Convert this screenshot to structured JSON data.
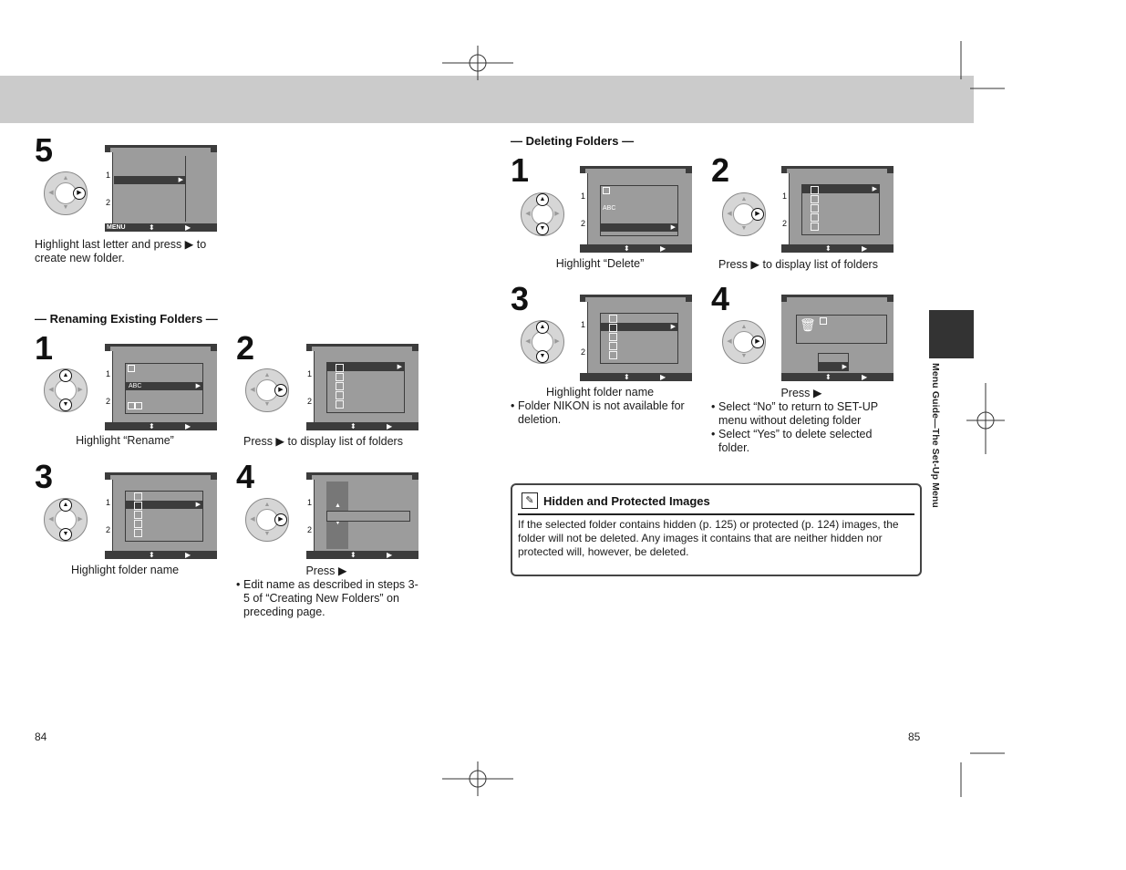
{
  "left_page": {
    "step5": {
      "number": "5",
      "caption": "Highlight last letter and press ▶ to create new folder."
    },
    "renaming": {
      "heading": "— Renaming Existing Folders —",
      "steps": [
        {
          "number": "1",
          "caption": "Highlight “Rename”"
        },
        {
          "number": "2",
          "caption": "Press ▶ to display list of folders"
        },
        {
          "number": "3",
          "caption": "Highlight folder name"
        },
        {
          "number": "4",
          "caption": "Press ▶",
          "bullets": [
            "Edit name as described in steps 3-5 of “Creating New Folders” on preceding page."
          ]
        }
      ]
    },
    "page_number": "84"
  },
  "right_page": {
    "deleting": {
      "heading": "— Deleting Folders —",
      "steps": [
        {
          "number": "1",
          "caption": "Highlight “Delete”"
        },
        {
          "number": "2",
          "caption": "Press ▶ to display list of folders"
        },
        {
          "number": "3",
          "caption": "Highlight folder name",
          "bullets": [
            "Folder NIKON is not available for deletion."
          ]
        },
        {
          "number": "4",
          "caption": "Press ▶",
          "bullets": [
            "Select “No” to return to SET-UP menu without deleting folder",
            "Select “Yes” to delete selected folder."
          ]
        }
      ]
    },
    "note": {
      "title": "Hidden and Protected Images",
      "text": "If the selected folder contains hidden (p. 125) or protected (p. 124) images, the folder will not be deleted. Any images it contains that are neither hidden nor protected will, however, be deleted."
    },
    "side_tab_text": "Menu Guide—The Set-Up Menu",
    "page_number": "85"
  },
  "lcd": {
    "menu_label": "MENU",
    "abc_label": "ABC",
    "ud_glyph": "⬍",
    "rt_glyph": "▶",
    "tab1": "1",
    "tab2": "2"
  },
  "colors": {
    "header_band": "#cbcbcb",
    "side_tab": "#333333",
    "lcd_dark": "#3c3c3c",
    "lcd_gray": "#9c9c9c"
  }
}
